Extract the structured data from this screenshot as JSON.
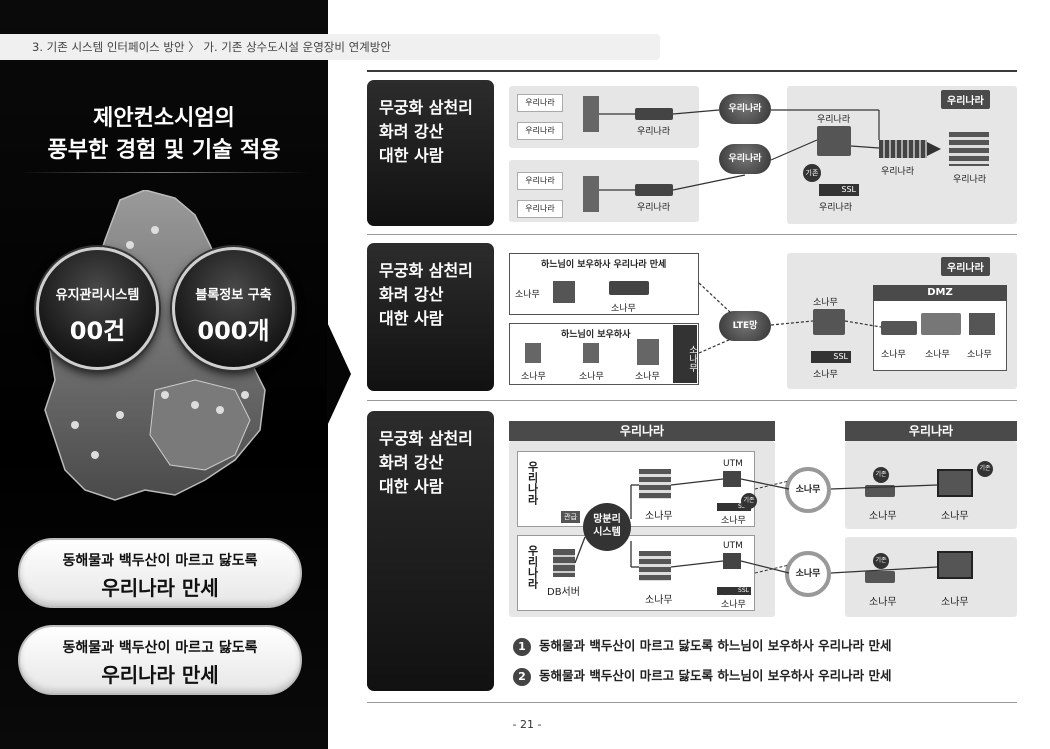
{
  "breadcrumb": "3. 기존 시스템 인터페이스 방안 〉 가. 기존 상수도시설 운영장비 연계방안",
  "left": {
    "title_line1": "제안컨소시엄의",
    "title_line2": "풍부한 경험 및 기술 적용",
    "stats": [
      {
        "label": "유지관리시스템",
        "value": "00건"
      },
      {
        "label": "블록정보 구축",
        "value": "000개"
      }
    ],
    "pills": [
      {
        "line1": "동해물과 백두산이 마르고 닳도록",
        "line2": "우리나라 만세"
      },
      {
        "line1": "동해물과 백두산이 마르고 닳도록",
        "line2": "우리나라 만세"
      }
    ]
  },
  "sections": [
    {
      "title": [
        "무궁화 삼천리",
        "화려 강산",
        "대한 사람"
      ],
      "labels": {
        "r": "우리나라",
        "tag": "우리나라",
        "ssl": "SSL",
        "gijon": "기존"
      }
    },
    {
      "title": [
        "무궁화 삼천리",
        "화려 강산",
        "대한 사람"
      ],
      "labels": {
        "box1_title": "하느님이 보우하사 우리나라 만세",
        "box2_title": "하느님이 보우하사",
        "s": "소나무",
        "lte": "LTE망",
        "tag": "우리나라",
        "dmz": "DMZ",
        "ssl": "SSL",
        "side": "소나무"
      }
    },
    {
      "title": [
        "무궁화 삼천리",
        "화려 강산",
        "대한 사람"
      ],
      "labels": {
        "left_header": "우리나라",
        "right_header": "우리나라",
        "vertical": "우리나라",
        "mangbunri": "망분리\n시스템",
        "gwangyo": "관급",
        "db": "DB서버",
        "s": "소나무",
        "utm": "UTM",
        "ssl": "SSL",
        "gijon": "기존"
      },
      "notes": [
        {
          "num": "1",
          "text": "동해물과 백두산이 마르고 닳도록 하느님이 보우하사 우리나라 만세"
        },
        {
          "num": "2",
          "text": "동해물과 백두산이 마르고 닳도록 하느님이 보우하사 우리나라 만세"
        }
      ]
    }
  ],
  "page_number": "- 21 -",
  "colors": {
    "dark": "#111111",
    "panel": "#e6e6e6",
    "accent": "#4a4a4a"
  }
}
